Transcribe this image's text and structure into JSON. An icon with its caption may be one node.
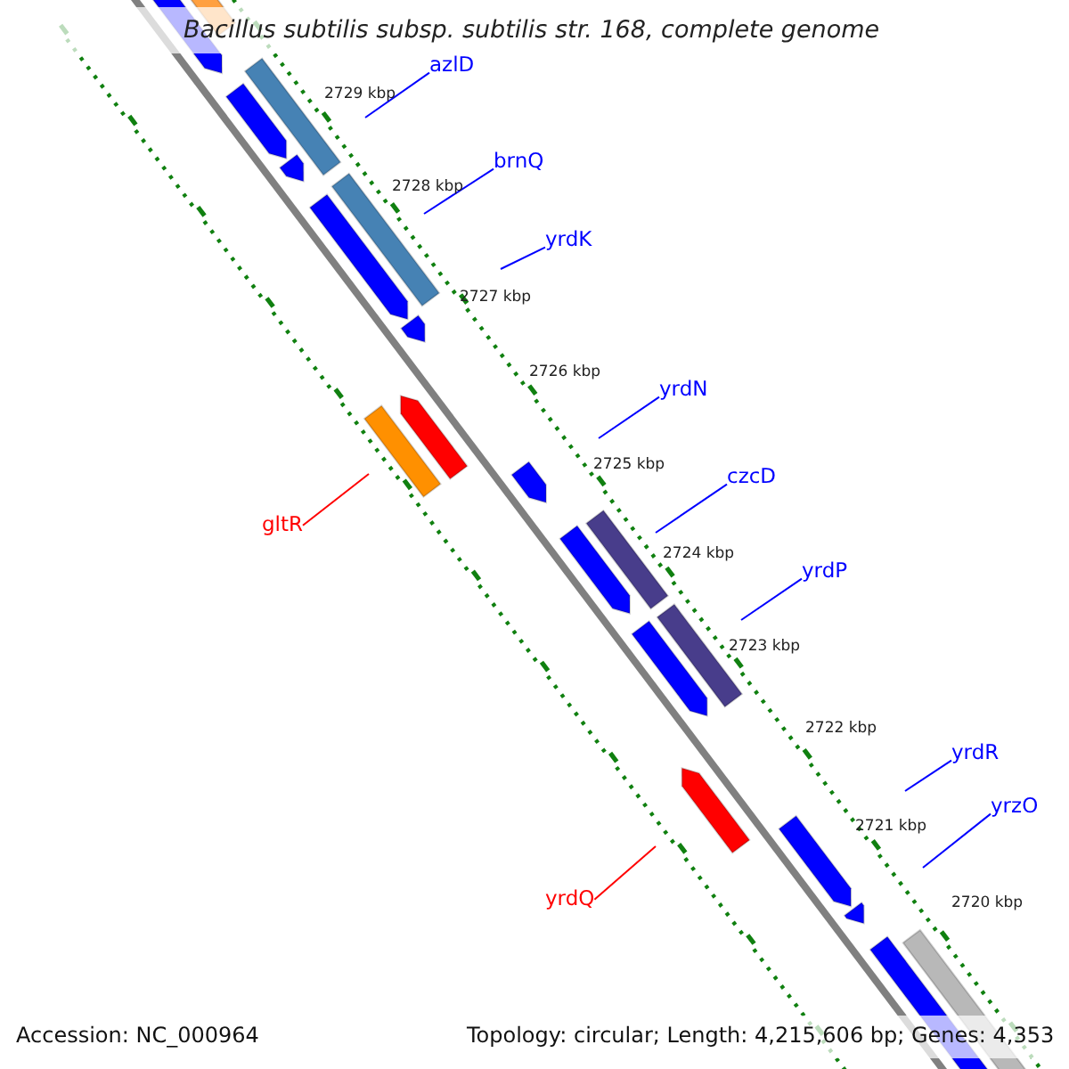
{
  "diagram": {
    "title": "Bacillus subtilis subsp. subtilis str. 168, complete genome",
    "nodes": [
      {
        "text": [
          "azlD"
        ]
      },
      {
        "text": [
          "brnQ"
        ]
      },
      {
        "text": [
          "yrdK"
        ]
      },
      {
        "text": [
          "yrdN"
        ]
      },
      {
        "text": [
          "gltR"
        ]
      },
      {
        "text": [
          "czcD"
        ]
      },
      {
        "text": [
          "yrdP"
        ]
      },
      {
        "text": [
          "yrdR"
        ]
      },
      {
        "text": [
          "yrzO"
        ]
      },
      {
        "text": [
          "yrdQ"
        ]
      }
    ],
    "edges": [
      {
        "from": 0,
        "to": null,
        "arrow": "none"
      },
      {
        "from": 1,
        "to": null,
        "arrow": "none"
      },
      {
        "from": 2,
        "to": null,
        "arrow": "none"
      },
      {
        "from": 3,
        "to": null,
        "arrow": "none"
      },
      {
        "from": 4,
        "to": null,
        "arrow": "none",
        "color": "#ff0000"
      },
      {
        "from": 5,
        "to": null,
        "arrow": "none"
      },
      {
        "from": 6,
        "to": null,
        "arrow": "none"
      },
      {
        "from": 7,
        "to": null,
        "arrow": "none"
      },
      {
        "from": 8,
        "to": null,
        "arrow": "none"
      },
      {
        "from": 9,
        "to": null,
        "arrow": "none",
        "color": "#ff0000"
      }
    ],
    "labels": [
      "2729 kbp",
      "2728 kbp",
      "2727 kbp",
      "2726 kbp",
      "2725 kbp",
      "2724 kbp",
      "2723 kbp",
      "2722 kbp",
      "2721 kbp",
      "2720 kbp",
      "Accession: NC_000964",
      "Topology: circular; Length: 4,215,606 bp; Genes: 4,353"
    ]
  }
}
